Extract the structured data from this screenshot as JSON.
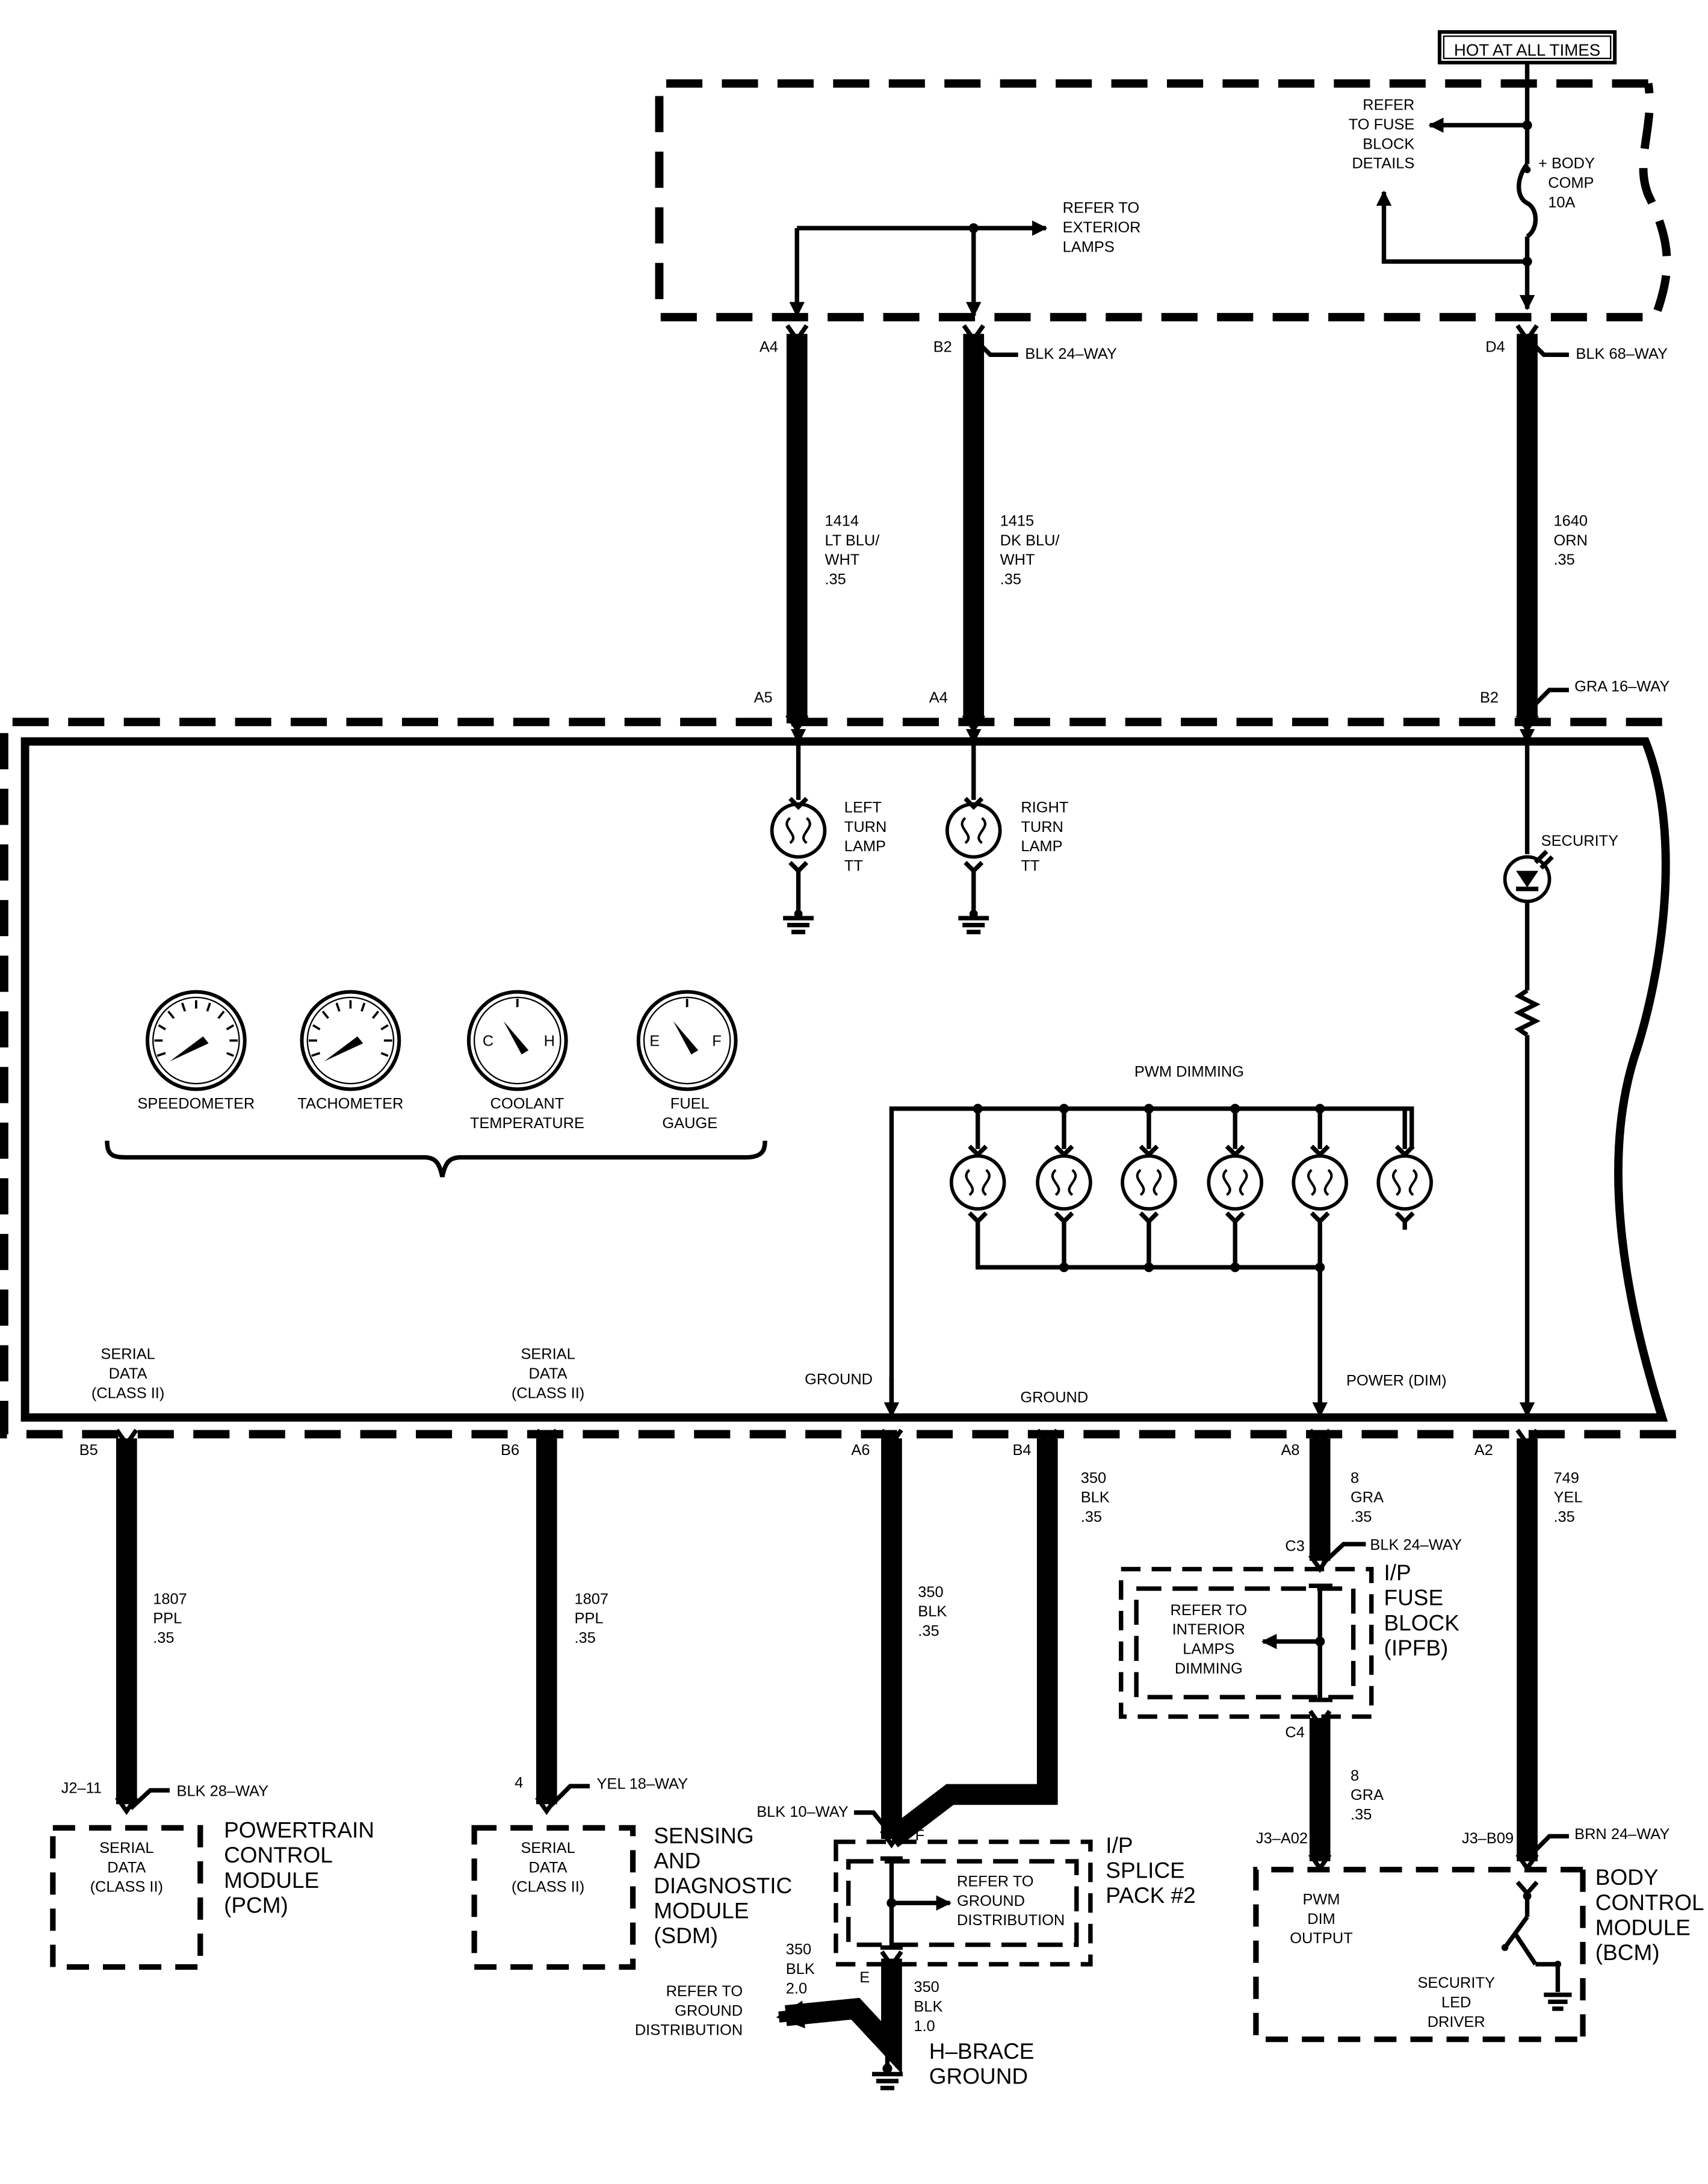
{
  "top_box": {
    "hot_label": "HOT AT ALL TIMES"
  },
  "fuse": {
    "refer_lines": [
      "REFER",
      "TO FUSE",
      "BLOCK",
      "DETAILS"
    ],
    "name_lines": [
      "+ BODY",
      "COMP",
      "10A"
    ]
  },
  "exterior_ref": [
    "REFER TO",
    "EXTERIOR",
    "LAMPS"
  ],
  "top_connectors": {
    "a4": "A4",
    "b2": "B2",
    "c24": "BLK 24–WAY",
    "d4": "D4",
    "c68": "BLK 68–WAY"
  },
  "wires_top": {
    "w1414": [
      "1414",
      "LT BLU/",
      "WHT",
      ".35"
    ],
    "w1415": [
      "1415",
      "DK BLU/",
      "WHT",
      ".35"
    ],
    "w1640": [
      "1640",
      "ORN",
      ".35"
    ]
  },
  "cluster_connectors": {
    "a5": "A5",
    "a4": "A4",
    "b2": "B2",
    "gra16": "GRA 16–WAY"
  },
  "lamps": {
    "left": [
      "LEFT",
      "TURN",
      "LAMP",
      "TT"
    ],
    "right": [
      "RIGHT",
      "TURN",
      "LAMP",
      "TT"
    ],
    "security": "SECURITY",
    "pwm": "PWM DIMMING"
  },
  "gauges": {
    "speedometer": "SPEEDOMETER",
    "tachometer": "TACHOMETER",
    "coolant": [
      "COOLANT",
      "TEMPERATURE"
    ],
    "fuel": [
      "FUEL",
      "GAUGE"
    ],
    "c": "C",
    "h": "H",
    "e": "E",
    "f": "F"
  },
  "cluster_labels": {
    "serial1": [
      "SERIAL",
      "DATA",
      "(CLASS II)"
    ],
    "serial2": [
      "SERIAL",
      "DATA",
      "(CLASS II)"
    ],
    "ground1": "GROUND",
    "ground2": "GROUND",
    "power_dim": "POWER (DIM)"
  },
  "bottom_connectors": {
    "b5": "B5",
    "b6": "B6",
    "a6": "A6",
    "b4": "B4",
    "a8": "A8",
    "a2": "A2"
  },
  "wires_bottom": {
    "w1807a": [
      "1807",
      "PPL",
      ".35"
    ],
    "w1807b": [
      "1807",
      "PPL",
      ".35"
    ],
    "w350b4": [
      "350",
      "BLK",
      ".35"
    ],
    "w350a6": [
      "350",
      "BLK",
      ".35"
    ],
    "w8a": [
      "8",
      "GRA",
      ".35"
    ],
    "w749": [
      "749",
      "YEL",
      ".35"
    ],
    "w8b": [
      "8",
      "GRA",
      ".35"
    ],
    "w350_2": [
      "350",
      "BLK",
      "2.0"
    ],
    "w350_1": [
      "350",
      "BLK",
      "1.0"
    ]
  },
  "ipfb": {
    "c3": "C3",
    "c24": "BLK 24–WAY",
    "c4": "C4",
    "name": [
      "I/P",
      "FUSE",
      "BLOCK",
      "(IPFB)"
    ],
    "refer": [
      "REFER TO",
      "INTERIOR",
      "LAMPS",
      "DIMMING"
    ]
  },
  "pcm": {
    "pin": "J2–11",
    "conn": "BLK 28–WAY",
    "box": [
      "SERIAL",
      "DATA",
      "(CLASS II)"
    ],
    "name": [
      "POWERTRAIN",
      "CONTROL",
      "MODULE",
      "(PCM)"
    ]
  },
  "sdm": {
    "pin": "4",
    "conn": "YEL 18–WAY",
    "box": [
      "SERIAL",
      "DATA",
      "(CLASS II)"
    ],
    "name": [
      "SENSING",
      "AND",
      "DIAGNOSTIC",
      "MODULE",
      "(SDM)"
    ]
  },
  "splice": {
    "conn": "BLK 10–WAY",
    "f": "F",
    "e": "E",
    "name": [
      "I/P",
      "SPLICE",
      "PACK #2"
    ],
    "refer": [
      "REFER TO",
      "GROUND",
      "DISTRIBUTION"
    ],
    "gd_ref": [
      "REFER TO",
      "GROUND",
      "DISTRIBUTION"
    ],
    "hbrace": [
      "H–BRACE",
      "GROUND"
    ]
  },
  "bcm": {
    "pin_a": "J3–A02",
    "pin_b": "J3–B09",
    "conn": "BRN 24–WAY",
    "pwm": [
      "PWM",
      "DIM",
      "OUTPUT"
    ],
    "sec": [
      "SECURITY",
      "LED",
      "DRIVER"
    ],
    "name": [
      "BODY",
      "CONTROL",
      "MODULE",
      "(BCM)"
    ]
  }
}
